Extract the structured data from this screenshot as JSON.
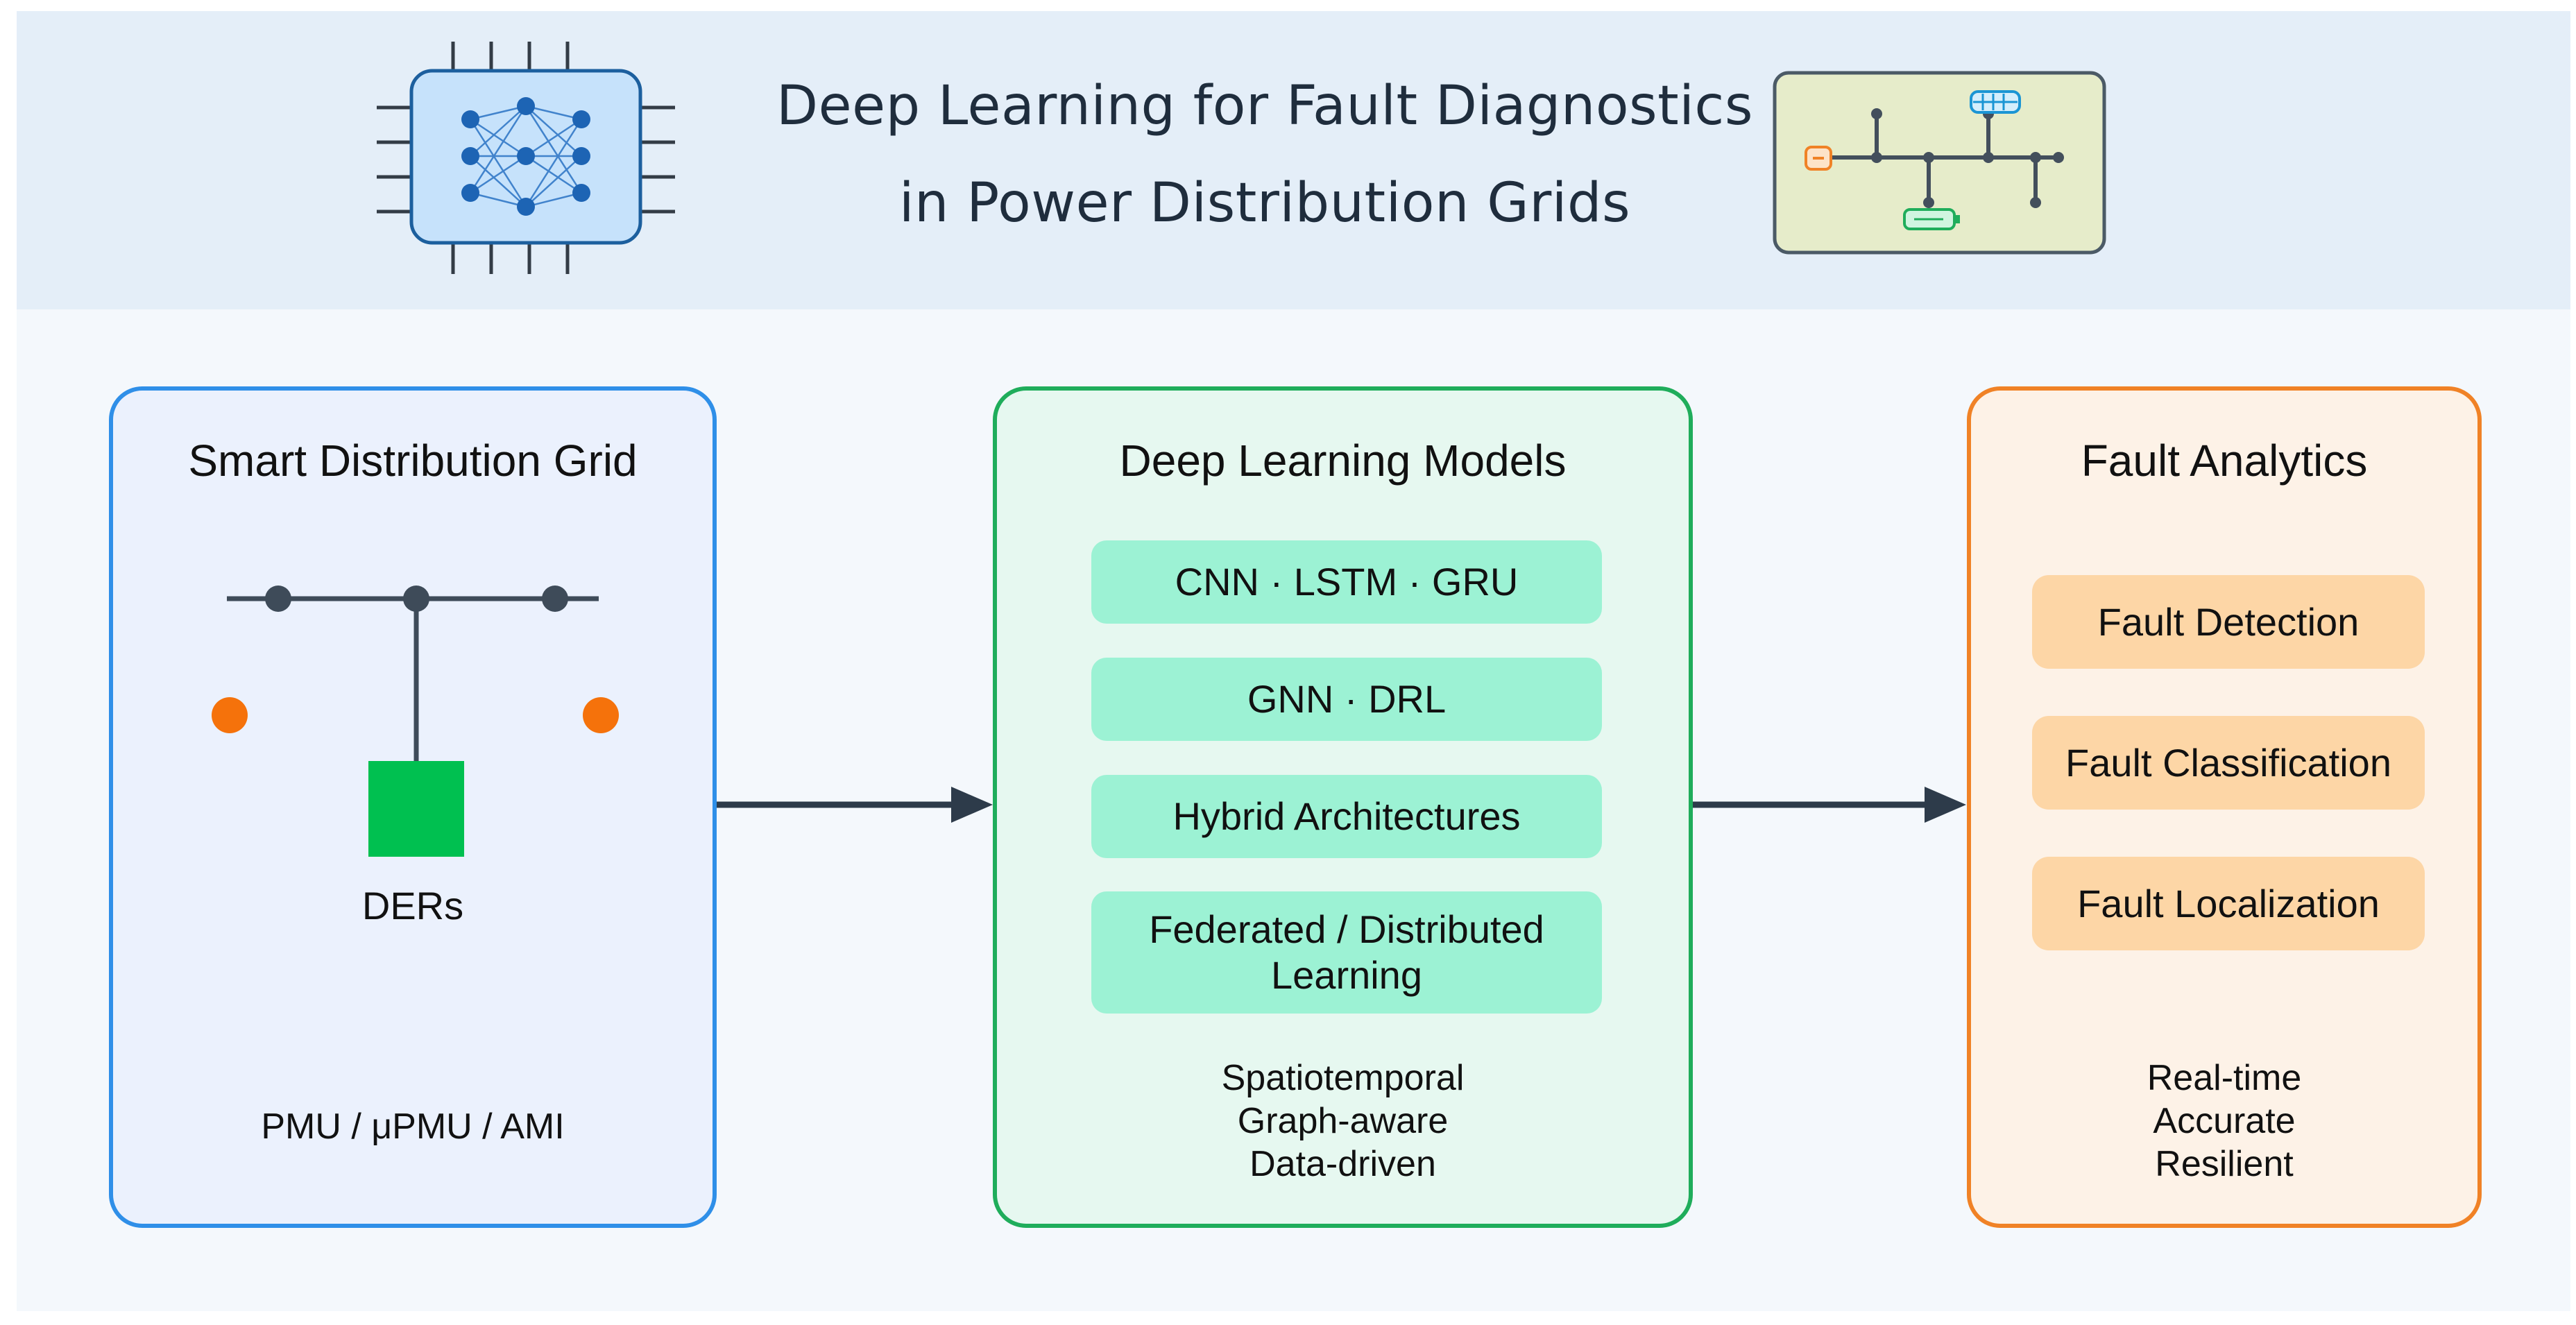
{
  "header": {
    "title_line1": "Deep Learning for Fault Diagnostics",
    "title_line2": "in Power Distribution Grids",
    "left_icon": "neural-network-chip-icon",
    "right_icon": "grid-network-icon"
  },
  "panels": {
    "grid": {
      "title": "Smart Distribution Grid",
      "der_label": "DERs",
      "caption": "PMU / μPMU / AMI"
    },
    "models": {
      "title": "Deep Learning Models",
      "items": [
        "CNN · LSTM · GRU",
        "GNN · DRL",
        "Hybrid Architectures",
        "Federated / Distributed Learning"
      ],
      "captions": [
        "Spatiotemporal",
        "Graph-aware",
        "Data-driven"
      ]
    },
    "analytics": {
      "title": "Fault Analytics",
      "items": [
        "Fault Detection",
        "Fault Classification",
        "Fault Localization"
      ],
      "captions": [
        "Real-time",
        "Accurate",
        "Resilient"
      ]
    }
  },
  "colors": {
    "grid_border": "#2f8fe8",
    "models_border": "#1fad5b",
    "analytics_border": "#f08226",
    "model_box": "#9cf2d4",
    "fault_box": "#fdd6a6",
    "der_square": "#00c050",
    "der_dot": "#f5720b",
    "arrow": "#2d3b4a"
  }
}
